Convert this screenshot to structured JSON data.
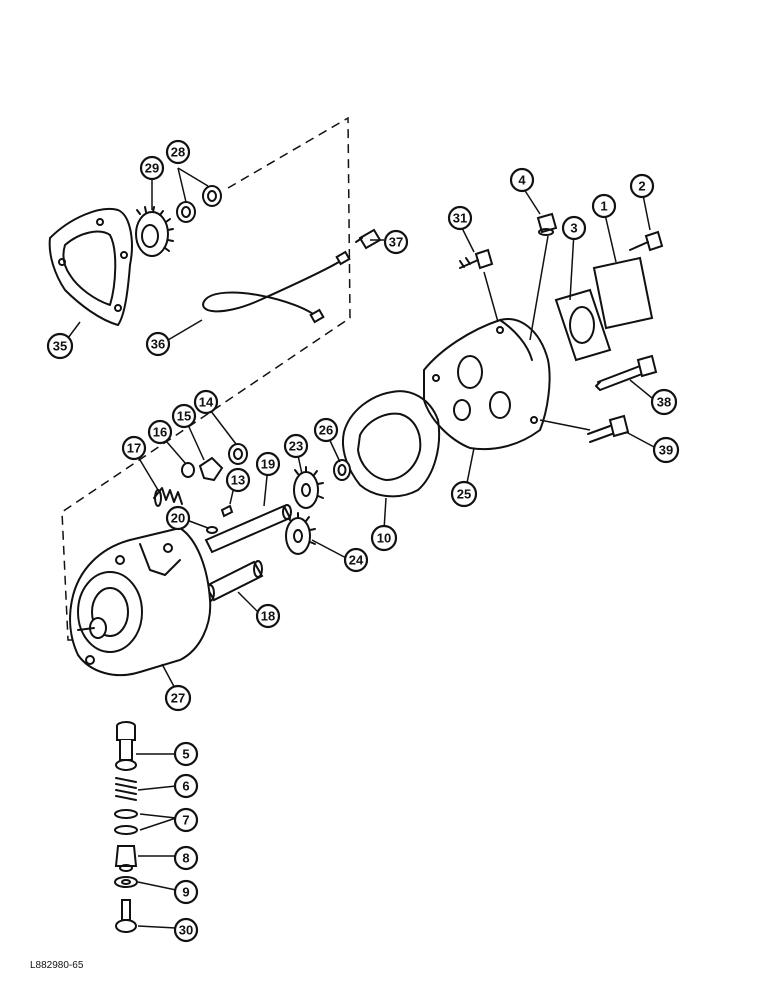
{
  "diagram": {
    "reference_code": "L882980-65",
    "callouts": [
      {
        "id": "c1",
        "label": "1"
      },
      {
        "id": "c2",
        "label": "2"
      },
      {
        "id": "c3",
        "label": "3"
      },
      {
        "id": "c4",
        "label": "4"
      },
      {
        "id": "c5",
        "label": "5"
      },
      {
        "id": "c6",
        "label": "6"
      },
      {
        "id": "c7",
        "label": "7"
      },
      {
        "id": "c8",
        "label": "8"
      },
      {
        "id": "c9",
        "label": "9"
      },
      {
        "id": "c10",
        "label": "10"
      },
      {
        "id": "c13",
        "label": "13"
      },
      {
        "id": "c14",
        "label": "14"
      },
      {
        "id": "c15",
        "label": "15"
      },
      {
        "id": "c16",
        "label": "16"
      },
      {
        "id": "c17",
        "label": "17"
      },
      {
        "id": "c18",
        "label": "18"
      },
      {
        "id": "c19",
        "label": "19"
      },
      {
        "id": "c20",
        "label": "20"
      },
      {
        "id": "c23",
        "label": "23"
      },
      {
        "id": "c24",
        "label": "24"
      },
      {
        "id": "c25",
        "label": "25"
      },
      {
        "id": "c26",
        "label": "26"
      },
      {
        "id": "c27",
        "label": "27"
      },
      {
        "id": "c28",
        "label": "28"
      },
      {
        "id": "c29",
        "label": "29"
      },
      {
        "id": "c30",
        "label": "30"
      },
      {
        "id": "c31",
        "label": "31"
      },
      {
        "id": "c35",
        "label": "35"
      },
      {
        "id": "c36",
        "label": "36"
      },
      {
        "id": "c37",
        "label": "37"
      },
      {
        "id": "c38",
        "label": "38"
      }
    ],
    "extra_callouts": [
      {
        "id": "c39",
        "label": "39"
      }
    ]
  }
}
